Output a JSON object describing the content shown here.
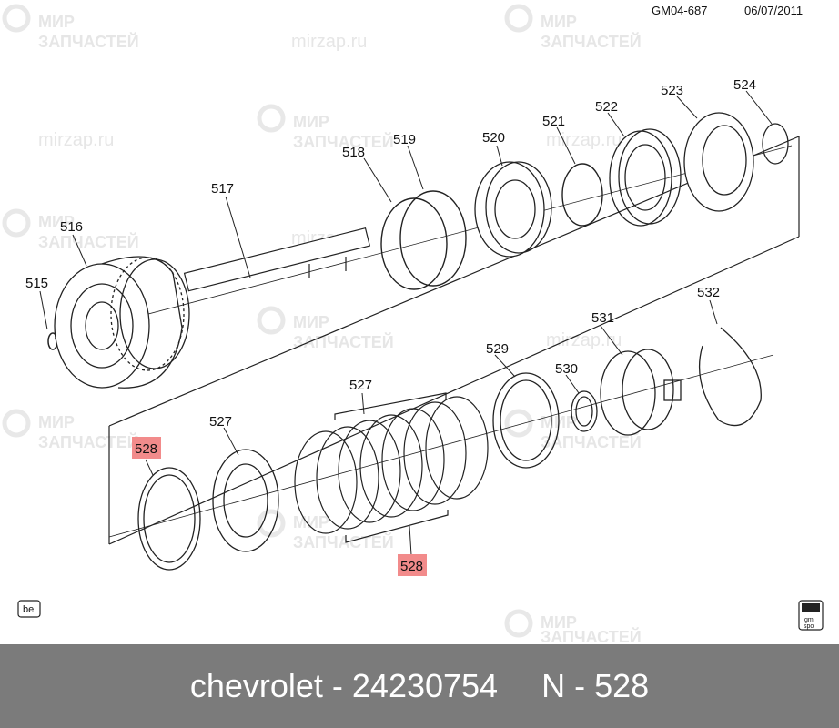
{
  "header": {
    "doc_id": "GM04-687",
    "date": "06/07/2011"
  },
  "watermark": {
    "line1": "МИР",
    "line2": "ЗАПЧАСТЕЙ",
    "site": "mirzap.ru"
  },
  "callouts": {
    "c515": "515",
    "c516": "516",
    "c517": "517",
    "c518": "518",
    "c519": "519",
    "c520": "520",
    "c521": "521",
    "c522": "522",
    "c523": "523",
    "c524": "524",
    "c527a": "527",
    "c527b": "527",
    "c528a": "528",
    "c528b": "528",
    "c529": "529",
    "c530": "530",
    "c531": "531",
    "c532": "532"
  },
  "highlight_color": "#f28b8b",
  "badge_left": "be",
  "badge_right": {
    "top": "gm",
    "bottom": "spo"
  },
  "footer": {
    "brand_part": "chevrolet - 24230754",
    "ref": "N - 528"
  }
}
